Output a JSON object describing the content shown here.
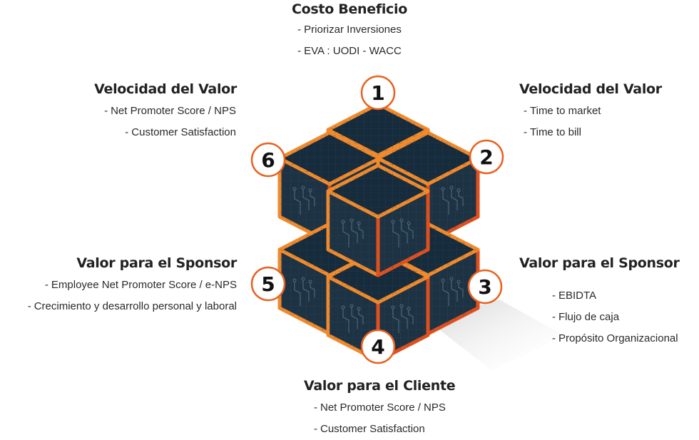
{
  "colors": {
    "face_top": "#162b3c",
    "face_side": "#1d3344",
    "cube_edge": "#f08a2c",
    "cube_edge_dark": "#e0501e",
    "badge_border": "#e8621f",
    "badge_text": "#111111",
    "shadow": "#d9d9d9"
  },
  "blocks": [
    {
      "id": "b1",
      "title": "Costo Beneficio",
      "items": [
        "Priorizar Inversiones",
        "EVA : UODI - WACC"
      ]
    },
    {
      "id": "b6",
      "title": "Velocidad del Valor",
      "items": [
        "Net Promoter Score / NPS",
        "Customer Satisfaction"
      ]
    },
    {
      "id": "b2",
      "title": "Velocidad del Valor",
      "items": [
        "Time to market",
        "Time to bill"
      ]
    },
    {
      "id": "b5",
      "title": "Valor para el Sponsor",
      "items": [
        "Employee Net Promoter Score / e-NPS",
        "Crecimiento y desarrollo personal y laboral"
      ]
    },
    {
      "id": "b3",
      "title": "Valor para el Sponsor",
      "items": [
        "EBIDTA",
        "Flujo de caja",
        "Propósito Organizacional"
      ]
    },
    {
      "id": "b4",
      "title": "Valor para el Cliente",
      "items": [
        "Net Promoter Score / NPS",
        "Customer Satisfaction"
      ]
    }
  ],
  "badges": [
    {
      "number": "1",
      "icon": "number-badge"
    },
    {
      "number": "2",
      "icon": "number-badge"
    },
    {
      "number": "3",
      "icon": "number-badge"
    },
    {
      "number": "4",
      "icon": "number-badge"
    },
    {
      "number": "5",
      "icon": "number-badge"
    },
    {
      "number": "6",
      "icon": "number-badge"
    }
  ]
}
